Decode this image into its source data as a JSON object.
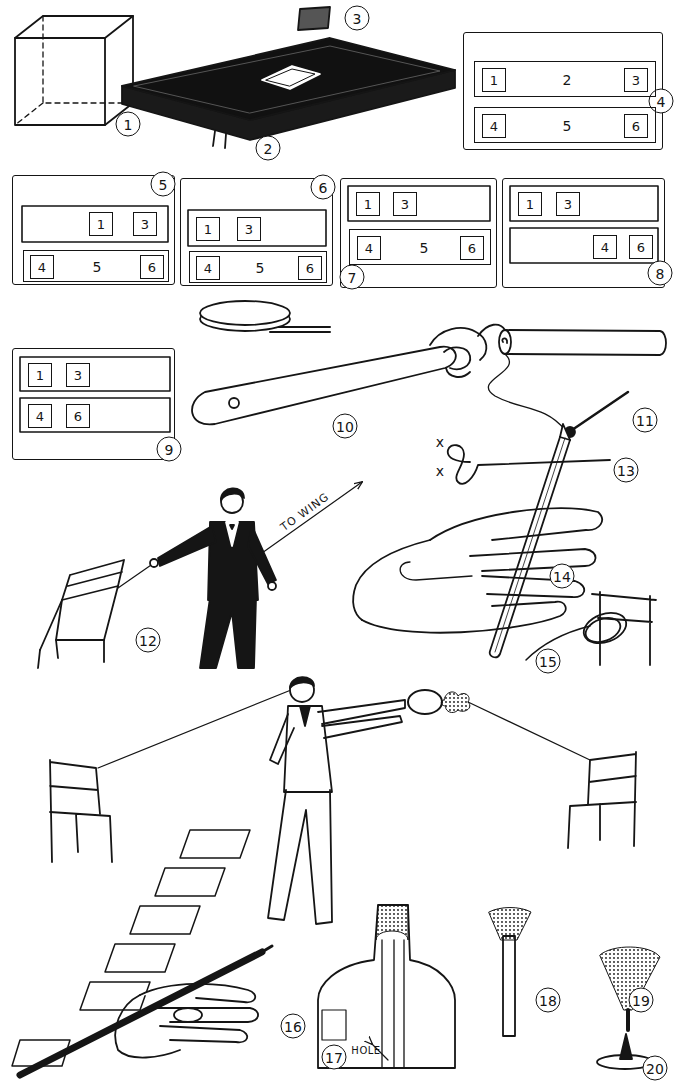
{
  "diagram": {
    "nodes": [
      {
        "text": [
          "4"
        ]
      },
      {
        "text": [
          "2"
        ],
        "in": 0
      },
      {
        "text": [
          "1"
        ],
        "in": 1
      },
      {
        "text": [
          "3"
        ],
        "in": 1
      },
      {
        "text": [
          "5"
        ],
        "in": 0
      },
      {
        "text": [
          "4"
        ],
        "in": 4
      },
      {
        "text": [
          "6"
        ],
        "in": 4
      },
      {
        "text": [
          "5"
        ]
      },
      {
        "text": [
          "1"
        ],
        "in": 7
      },
      {
        "text": [
          "3"
        ],
        "in": 7
      },
      {
        "text": [
          "5"
        ],
        "in": 7
      },
      {
        "text": [
          "4"
        ],
        "in": 10
      },
      {
        "text": [
          "6"
        ],
        "in": 10
      },
      {
        "text": [
          "6"
        ]
      },
      {
        "text": [
          "1"
        ],
        "in": 13
      },
      {
        "text": [
          "3"
        ],
        "in": 13
      },
      {
        "text": [
          "5"
        ],
        "in": 13
      },
      {
        "text": [
          "4"
        ],
        "in": 16
      },
      {
        "text": [
          "6"
        ],
        "in": 16
      },
      {
        "text": [
          "7"
        ]
      },
      {
        "text": [
          "1"
        ],
        "in": 19
      },
      {
        "text": [
          "3"
        ],
        "in": 19
      },
      {
        "text": [
          "5"
        ],
        "in": 19
      },
      {
        "text": [
          "4"
        ],
        "in": 22
      },
      {
        "text": [
          "6"
        ],
        "in": 22
      },
      {
        "text": [
          "8"
        ]
      },
      {
        "text": [
          "1"
        ],
        "in": 25
      },
      {
        "text": [
          "3"
        ],
        "in": 25
      },
      {
        "text": [
          "4"
        ],
        "in": 25
      },
      {
        "text": [
          "6"
        ],
        "in": 25
      },
      {
        "text": [
          "9"
        ]
      },
      {
        "text": [
          "1"
        ],
        "in": 30
      },
      {
        "text": [
          "3"
        ],
        "in": 30
      },
      {
        "text": [
          "4"
        ],
        "in": 30
      },
      {
        "text": [
          "6"
        ],
        "in": 30
      }
    ],
    "labels": [
      "1",
      "3",
      "2",
      "10",
      "11",
      "x",
      "x",
      "13",
      "TO WING",
      "14",
      "12",
      "15",
      "16",
      "17",
      "HOLE",
      "18",
      "19",
      "20"
    ]
  }
}
